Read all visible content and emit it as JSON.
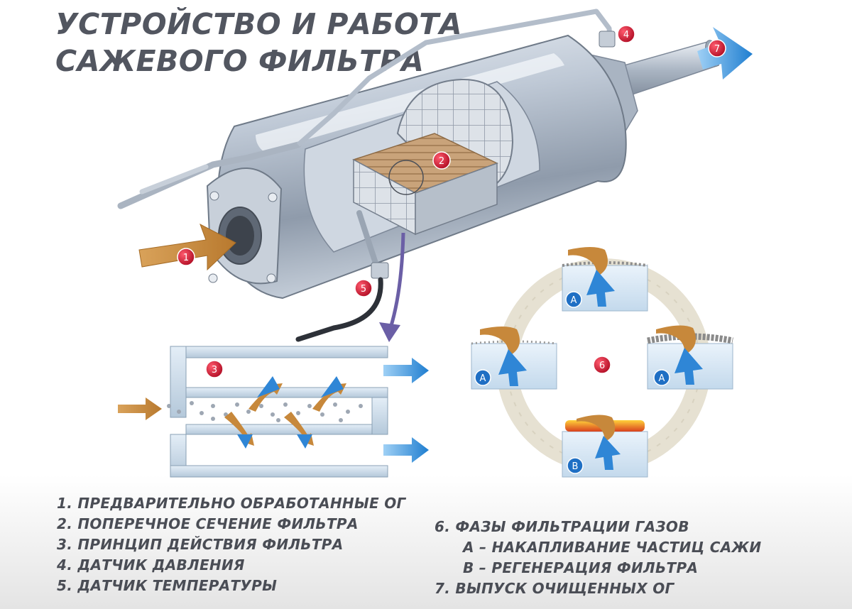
{
  "title": {
    "line1": "УСТРОЙСТВО И РАБОТА",
    "line2": "САЖЕВОГО ФИЛЬТРА"
  },
  "callouts": [
    "1",
    "2",
    "3",
    "4",
    "5",
    "6",
    "7"
  ],
  "phase_labels": {
    "a": "A",
    "b": "B"
  },
  "legend": {
    "item1": "1. ПРЕДВАРИТЕЛЬНО ОБРАБОТАННЫЕ ОГ",
    "item2": "2. ПОПЕРЕЧНОЕ СЕЧЕНИЕ ФИЛЬТРА",
    "item3": "3. ПРИНЦИП ДЕЙСТВИЯ ФИЛЬТРА",
    "item4": "4. ДАТЧИК ДАВЛЕНИЯ",
    "item5": "5. ДАТЧИК ТЕМПЕРАТУРЫ",
    "item6": "6. ФАЗЫ ФИЛЬТРАЦИИ ГАЗОВ",
    "item6a": "А – НАКАПЛИВАНИЕ ЧАСТИЦ САЖИ",
    "item6b": "В – РЕГЕНЕРАЦИЯ ФИЛЬТРА",
    "item7": "7. ВЫПУСК ОЧИЩЕННЫХ ОГ"
  },
  "colors": {
    "callout_red": "#c8102e",
    "flow_orange": "#c98a3c",
    "flow_blue": "#2f86d6",
    "metal": "#b9c4d2",
    "title_gray": "#525660"
  }
}
